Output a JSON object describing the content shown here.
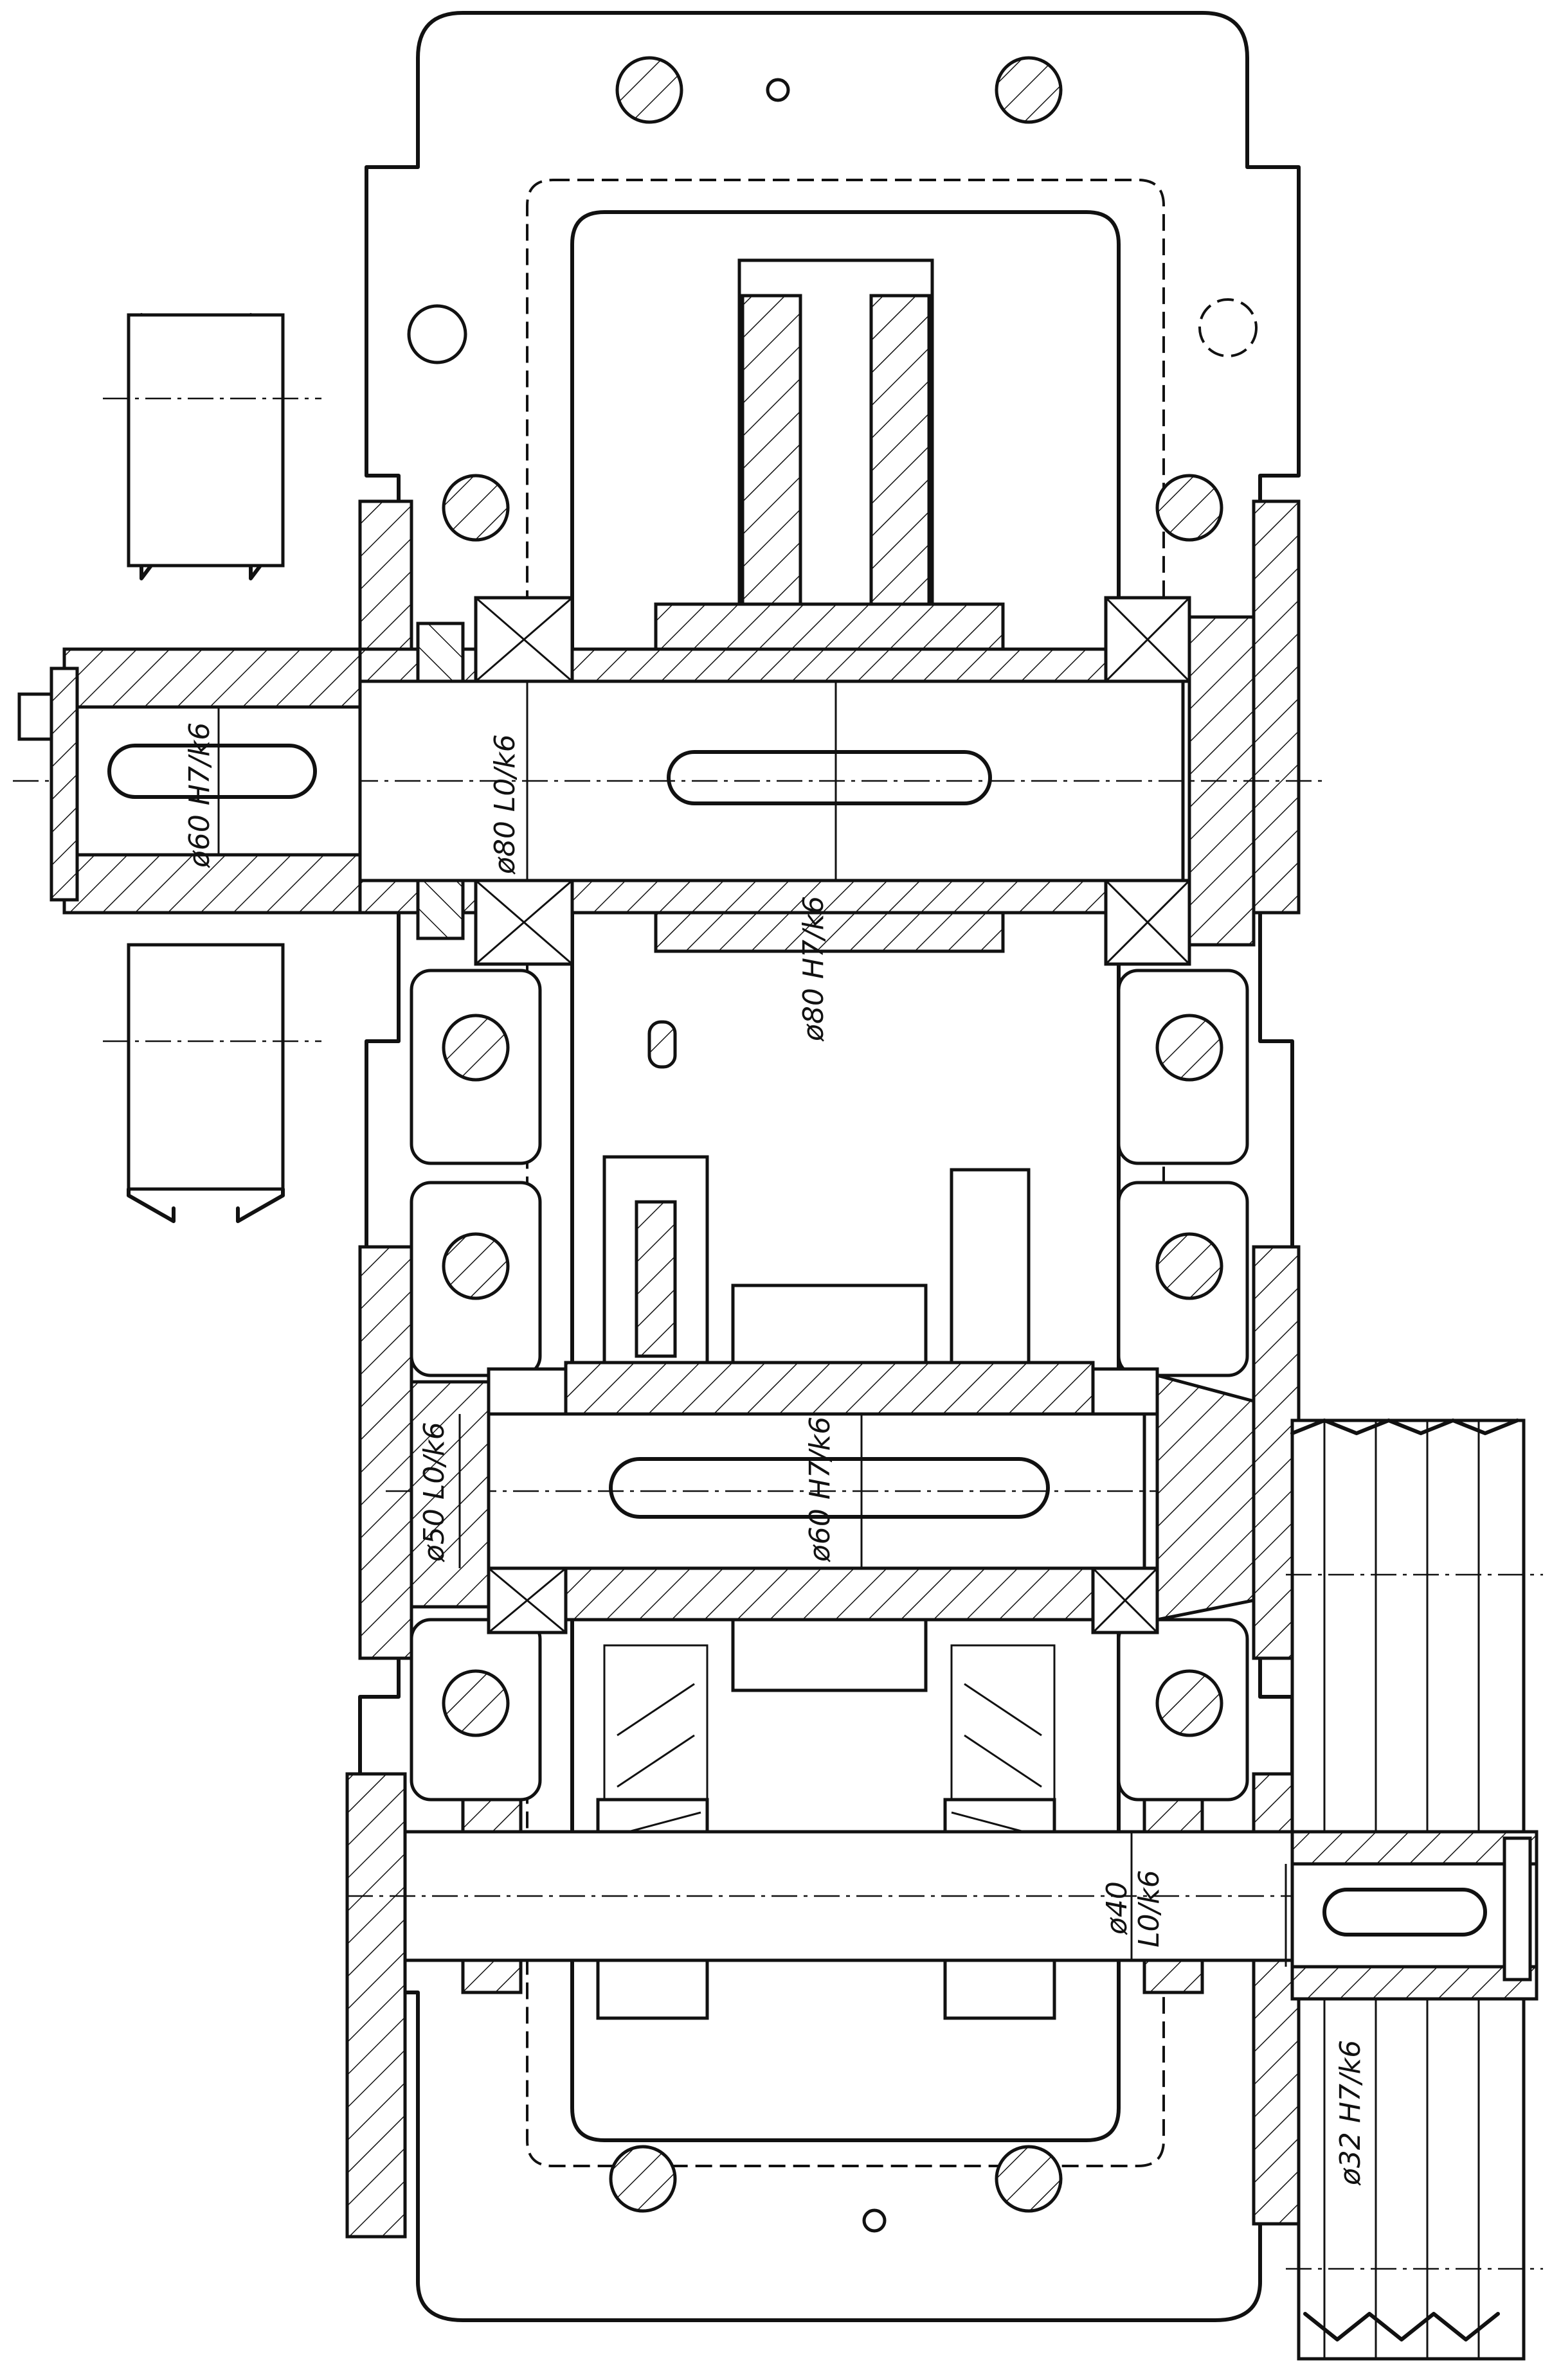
{
  "drawing": {
    "dimensions": {
      "left_pulley_bore": "ø60 H7/k6",
      "input_shaft_bearing": "ø80 L0/k6",
      "input_gear_fit": "ø80 H7/k6",
      "middle_shaft_bearing": "ø50 L0/k6",
      "middle_gear_fit": "ø60 H7/k6",
      "output_shaft_bearing_a": "ø40",
      "output_shaft_bearing_b": "L0/k6",
      "right_pulley_bore": "ø32 H7/k6"
    }
  }
}
